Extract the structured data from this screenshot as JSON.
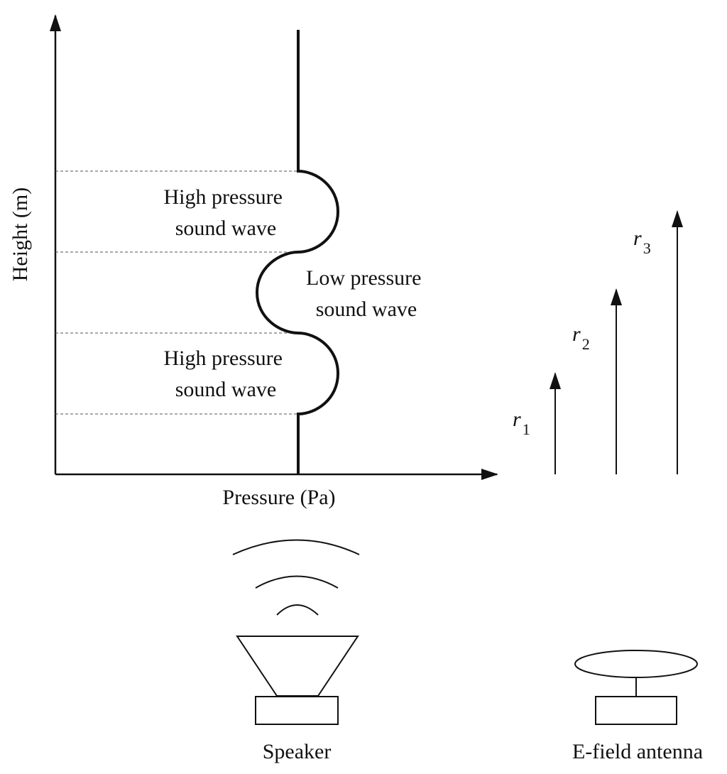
{
  "axes": {
    "x_label": "Pressure (Pa)",
    "y_label": "Height (m)"
  },
  "wave_regions": [
    {
      "line1": "High pressure",
      "line2": "sound wave"
    },
    {
      "line1": "Low pressure",
      "line2": "sound wave"
    },
    {
      "line1": "High pressure",
      "line2": "sound wave"
    }
  ],
  "distances": [
    {
      "symbol": "r",
      "subscript": "1"
    },
    {
      "symbol": "r",
      "subscript": "2"
    },
    {
      "symbol": "r",
      "subscript": "3"
    }
  ],
  "devices": {
    "speaker_label": "Speaker",
    "antenna_label": "E-field antenna"
  },
  "colors": {
    "stroke": "#111111",
    "dashed": "#555555",
    "background": "#ffffff"
  }
}
